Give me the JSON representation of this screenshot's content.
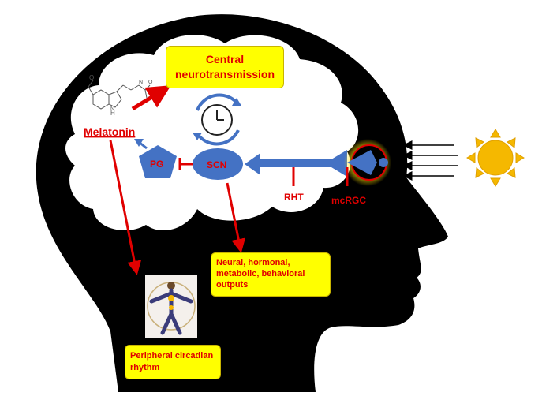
{
  "boxes": {
    "central": "Central neurotransmission",
    "neural": "Neural, hormonal, metabolic, behavioral outputs",
    "peripheral": "Peripheral circadian rhythm"
  },
  "labels": {
    "melatonin": "Melatonin",
    "pg": "PG",
    "scn": "SCN",
    "rht": "RHT",
    "mcrgc": "mcRGC"
  },
  "colors": {
    "head": "#000000",
    "brain": "#ffffff",
    "pathway_blue": "#4472c4",
    "arrow_red": "#e00000",
    "box_yellow": "#ffff00",
    "sun": "#f5b800"
  },
  "icons": [
    "clock-icon",
    "sun-icon",
    "human-figure-icon",
    "melatonin-molecule-icon"
  ]
}
